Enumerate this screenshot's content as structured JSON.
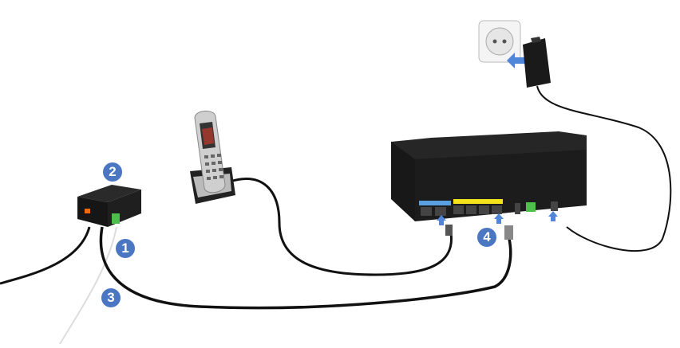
{
  "badges": [
    {
      "id": "2",
      "label": "2"
    },
    {
      "id": "1",
      "label": "1"
    },
    {
      "id": "3",
      "label": "3"
    },
    {
      "id": "4",
      "label": "4"
    }
  ],
  "colors": {
    "badge": "#4a76c2",
    "arrow": "#4f86d9",
    "device": "#1e1e1e",
    "phone_port": "#5aa0e0",
    "ethernet_port": "#f2e21c",
    "fiber_port": "#4cc04a",
    "brand": "#f06a0a"
  }
}
